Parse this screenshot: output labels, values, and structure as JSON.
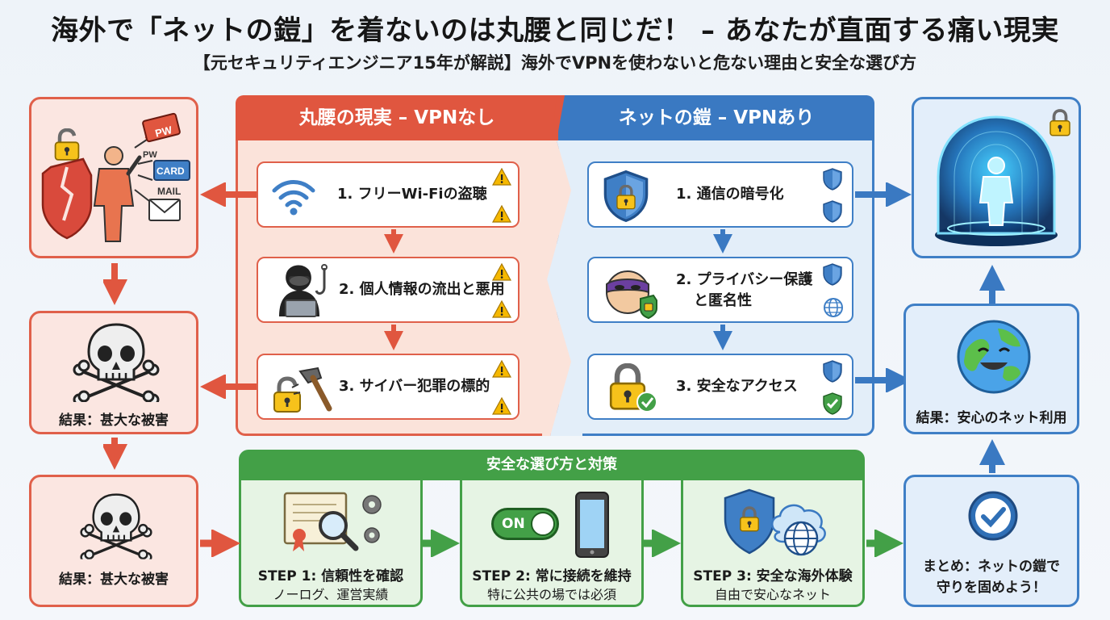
{
  "header": {
    "title": "海外で「ネットの鎧」を着ないのは丸腰と同じだ！ – あなたが直面する痛い現実",
    "subtitle": "【元セキュリティエンジニア15年が解説】海外でVPNを使わないと危ない理由と安全な選び方"
  },
  "left_icons": {
    "pw": "PW",
    "pw_small": "PW",
    "card": "CARD",
    "mail": "MAIL"
  },
  "left": {
    "result1": "結果：甚大な被害",
    "result2": "結果：甚大な被害"
  },
  "no_vpn": {
    "heading": "丸腰の現実 – VPNなし",
    "items": [
      "1. フリーWi-Fiの盗聴",
      "2. 個人情報の流出と悪用",
      "3. サイバー犯罪の標的"
    ]
  },
  "vpn": {
    "heading": "ネットの鎧 – VPNあり",
    "item1": "1. 通信の暗号化",
    "item2_line1": "2. プライバシー保護",
    "item2_line2": "と匿名性",
    "item3": "3. 安全なアクセス"
  },
  "right": {
    "result": "結果：安心のネット利用",
    "summary_line1": "まとめ：ネットの鎧で",
    "summary_line2": "守りを固めよう！"
  },
  "steps": {
    "heading": "安全な選び方と対策",
    "toggle_label": "ON",
    "items": [
      {
        "title": "STEP 1: 信頼性を確認",
        "sub": "ノーログ、運営実績"
      },
      {
        "title": "STEP 2: 常に接続を維持",
        "sub": "特に公共の場では必須"
      },
      {
        "title": "STEP 3: 安全な海外体験",
        "sub": "自由で安心なネット"
      }
    ]
  },
  "colors": {
    "danger": "#e0563f",
    "safe": "#3a79c2",
    "steps": "#43a047",
    "warning": "#f5b800"
  }
}
